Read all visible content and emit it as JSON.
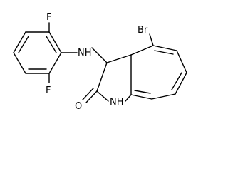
{
  "molecule": {
    "atoms": {
      "f_top": "F",
      "f_bottom": "F",
      "amine_nh": "NH",
      "bromine": "Br",
      "lactam_nh": "NH",
      "carbonyl_o": "O"
    },
    "colors": {
      "bond": "#000000",
      "label": "#000000",
      "background": "#ffffff"
    }
  }
}
